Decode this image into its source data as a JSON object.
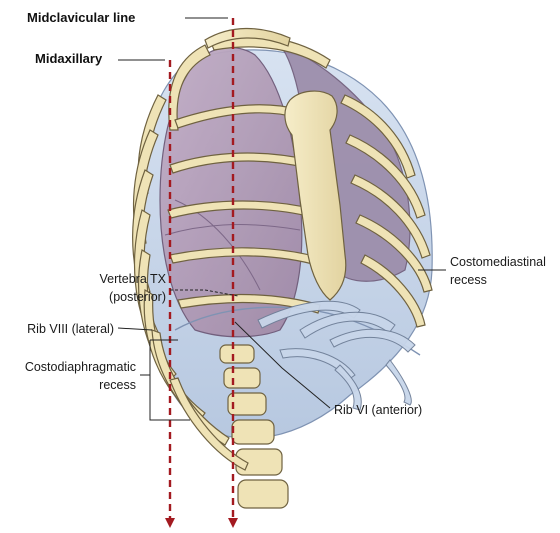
{
  "labels": {
    "midclavicular": "Midclavicular line",
    "midaxillary": "Midaxillary",
    "vertebra_tx_line1": "Vertebra TX",
    "vertebra_tx_line2": "(posterior)",
    "rib_viii": "Rib VIII (lateral)",
    "costodiaphragmatic_line1": "Costodiaphragmatic",
    "costodiaphragmatic_line2": "recess",
    "rib_vi": "Rib VI (anterior)",
    "costomediastinal_line1": "Costomediastinal",
    "costomediastinal_line2": "recess"
  },
  "colors": {
    "guide_line": "#a31a20",
    "lung": "#b19bb5",
    "pleura": "#c9d7ea",
    "bone": "#efe3b6"
  }
}
